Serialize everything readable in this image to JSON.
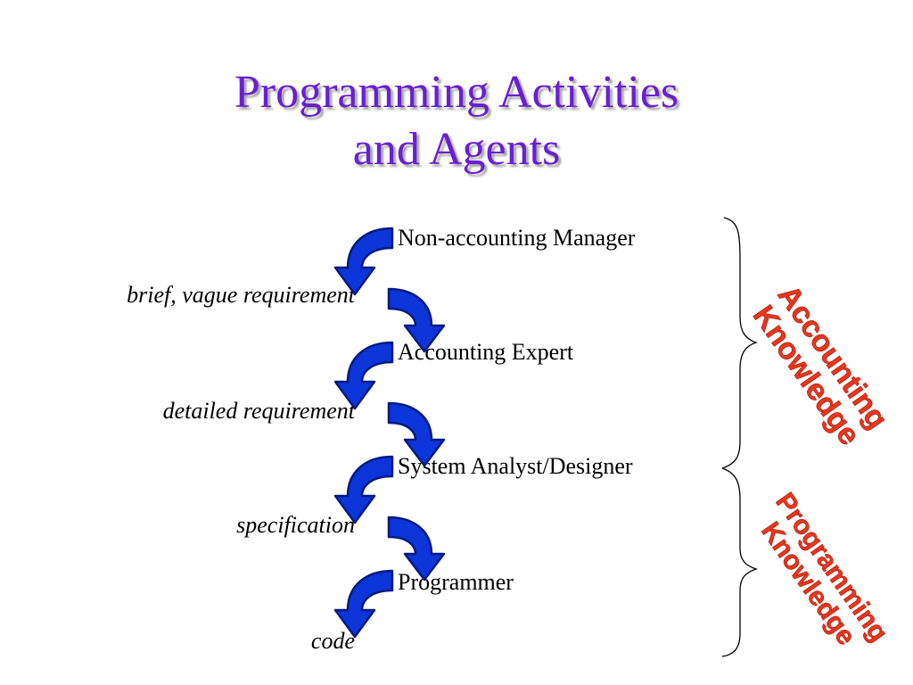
{
  "title": {
    "line1": "Programming Activities",
    "line2": "and Agents"
  },
  "agents": [
    "Non-accounting Manager",
    "Accounting Expert",
    "System Analyst/Designer",
    "Programmer"
  ],
  "artifacts": [
    "brief, vague requirement",
    "detailed requirement",
    "specification",
    "code"
  ],
  "knowledge": {
    "accounting": {
      "line1": "Accounting",
      "line2": "Knowledge"
    },
    "programming": {
      "line1": "Programming",
      "line2": "Knowledge"
    }
  },
  "colors": {
    "title": "#6a1fd0",
    "arrow": "#0b35d8",
    "knowledge": "#e8361c"
  },
  "icons": {
    "arrow_left": "curved-arrow-down-left-icon",
    "arrow_right": "curved-arrow-down-right-icon"
  }
}
